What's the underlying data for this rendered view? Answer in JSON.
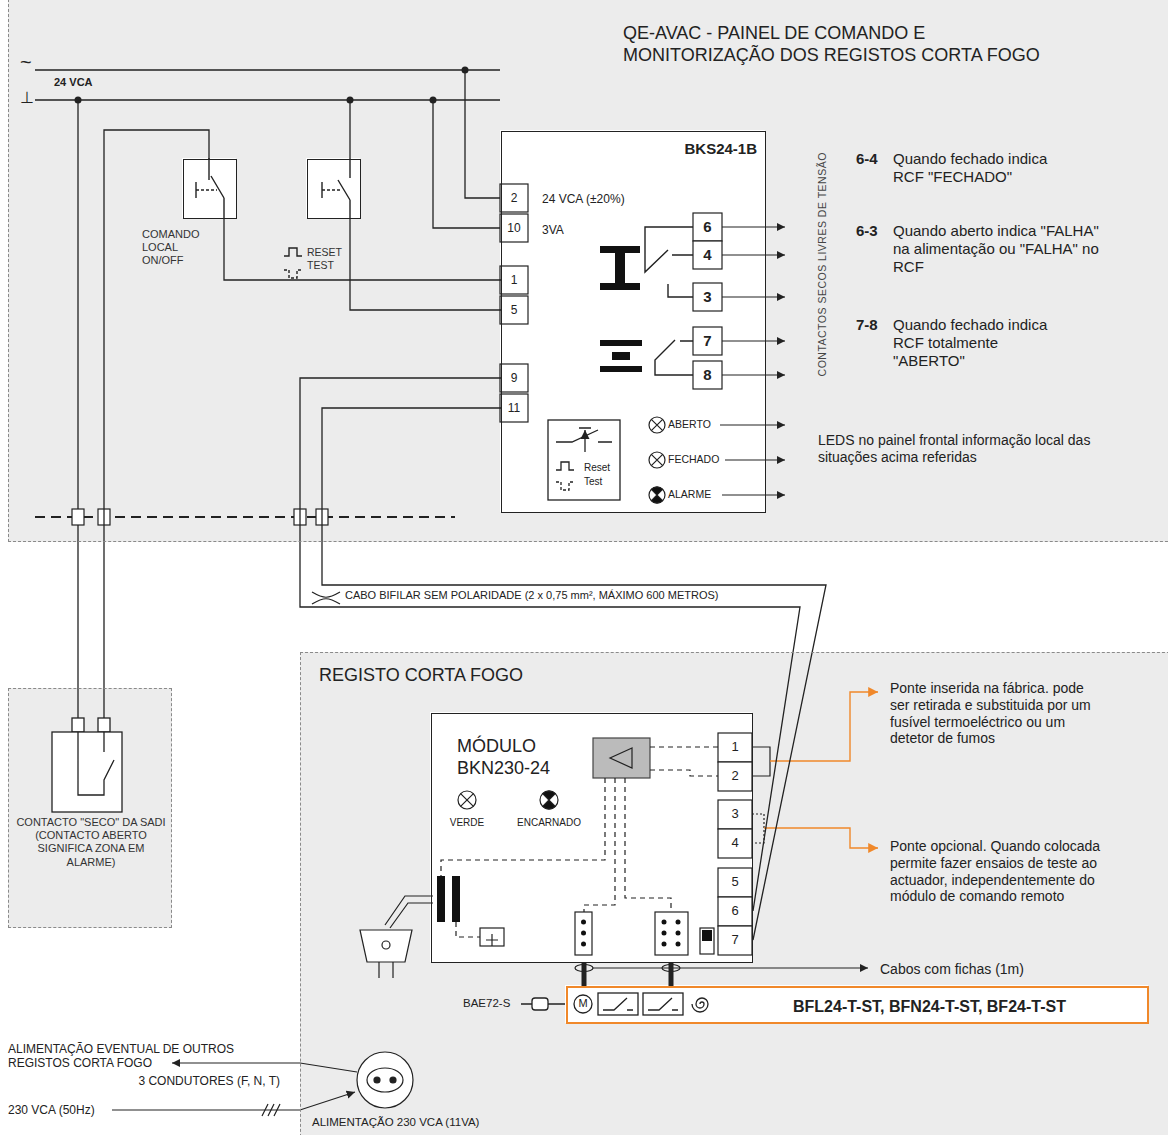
{
  "diagram": {
    "nodes": [
      {
        "text": [
          "QE-AVAC - PAINEL DE COMANDO E MONITORIZAÇÃO DOS REGISTOS CORTA FOGO"
        ]
      },
      {
        "text": [
          "COMANDO LOCAL ON/OFF"
        ],
        "in": 0
      },
      {
        "text": [
          "RESET TEST"
        ],
        "in": 0
      },
      {
        "text": [
          "BKS24-1B",
          "24 VCA (±20%)",
          "3VA"
        ],
        "in": 0
      },
      {
        "text": [
          "CONTACTO \"SECO\" DA SADI (CONTACTO ABERTO SIGNIFICA ZONA EM ALARME)"
        ]
      },
      {
        "text": [
          "REGISTO CORTA FOGO"
        ]
      },
      {
        "text": [
          "MÓDULO BKN230-24"
        ],
        "in": 5
      },
      {
        "text": [
          "BFL24-T-ST, BFN24-T-ST, BF24-T-ST"
        ],
        "in": 5
      }
    ],
    "edges": [
      {
        "from": 4,
        "to": 1,
        "arrow": "none"
      },
      {
        "from": 1,
        "to": 3,
        "arrow": "none"
      },
      {
        "from": 2,
        "to": 3,
        "arrow": "none"
      },
      {
        "from": 3,
        "to": 6,
        "arrow": "none"
      },
      {
        "from": 3,
        "to": 6,
        "arrow": "none"
      },
      {
        "from": 6,
        "to": 7,
        "arrow": "none"
      },
      {
        "from": 6,
        "to": 7,
        "arrow": "none"
      }
    ],
    "labels": [
      "~",
      "⊥",
      "24 VCA",
      "2",
      "10",
      "1",
      "5",
      "9",
      "11",
      "6",
      "4",
      "3",
      "7",
      "8",
      "Reset",
      "Test",
      "ABERTO",
      "FECHADO",
      "ALARME",
      "CONTACTOS SECOS LIVRES DE TENSÃO",
      "6-4",
      "Quando fechado indica RCF \"FECHADO\"",
      "6-3",
      "Quando aberto indica \"FALHA\" na alimentação ou \"FALHA\" no RCF",
      "7-8",
      "Quando fechado indica RCF totalmente \"ABERTO\"",
      "LEDS no painel frontal informação local das situações acima referidas",
      "CABO BIFILAR SEM POLARIDADE (2 x 0,75 mm², MÁXIMO 600 METROS)",
      "1",
      "2",
      "3",
      "4",
      "5",
      "6",
      "7",
      "VERDE",
      "ENCARNADO",
      "Ponte inserida na fábrica. pode ser retirada e substituida por um fusível termoeléctrico ou um detetor de fumos",
      "Ponte opcional. Quando colocada permite fazer ensaios de teste ao actuador, independentemente do módulo de comando remoto",
      "Cabos com fichas (1m)",
      "BAE72-S",
      "M",
      "ALIMENTAÇÃO EVENTUAL DE OUTROS REGISTOS CORTA FOGO",
      "3 CONDUTORES (F, N, T)",
      "230 VCA (50Hz)",
      "ALIMENTAÇÃO 230 VCA (11VA)"
    ]
  }
}
